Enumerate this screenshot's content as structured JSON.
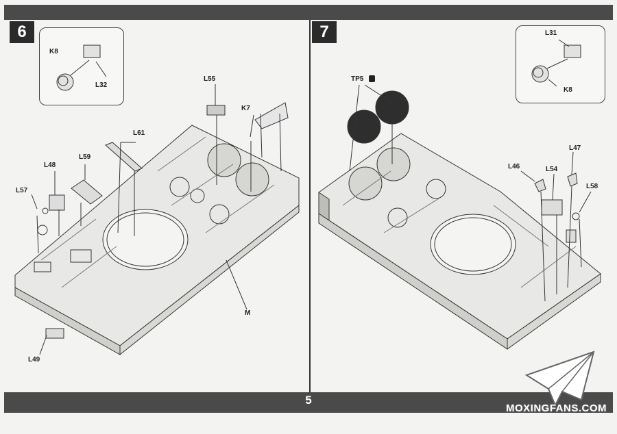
{
  "page": {
    "number": "5"
  },
  "steps": [
    {
      "number": "6",
      "inset_labels": [
        "K8",
        "L32"
      ],
      "labels": [
        "L55",
        "K7",
        "L61",
        "L59",
        "L48",
        "L57",
        "M",
        "L49"
      ]
    },
    {
      "number": "7",
      "inset_labels": [
        "L31",
        "K8"
      ],
      "labels": [
        "TP5",
        "L47",
        "L46",
        "L54",
        "L58"
      ]
    }
  ],
  "watermark": "MOXINGFANS.COM",
  "colors": {
    "band": "#4a4a4a",
    "step_box": "#2b2b2b",
    "paper": "#f3f3f1"
  }
}
